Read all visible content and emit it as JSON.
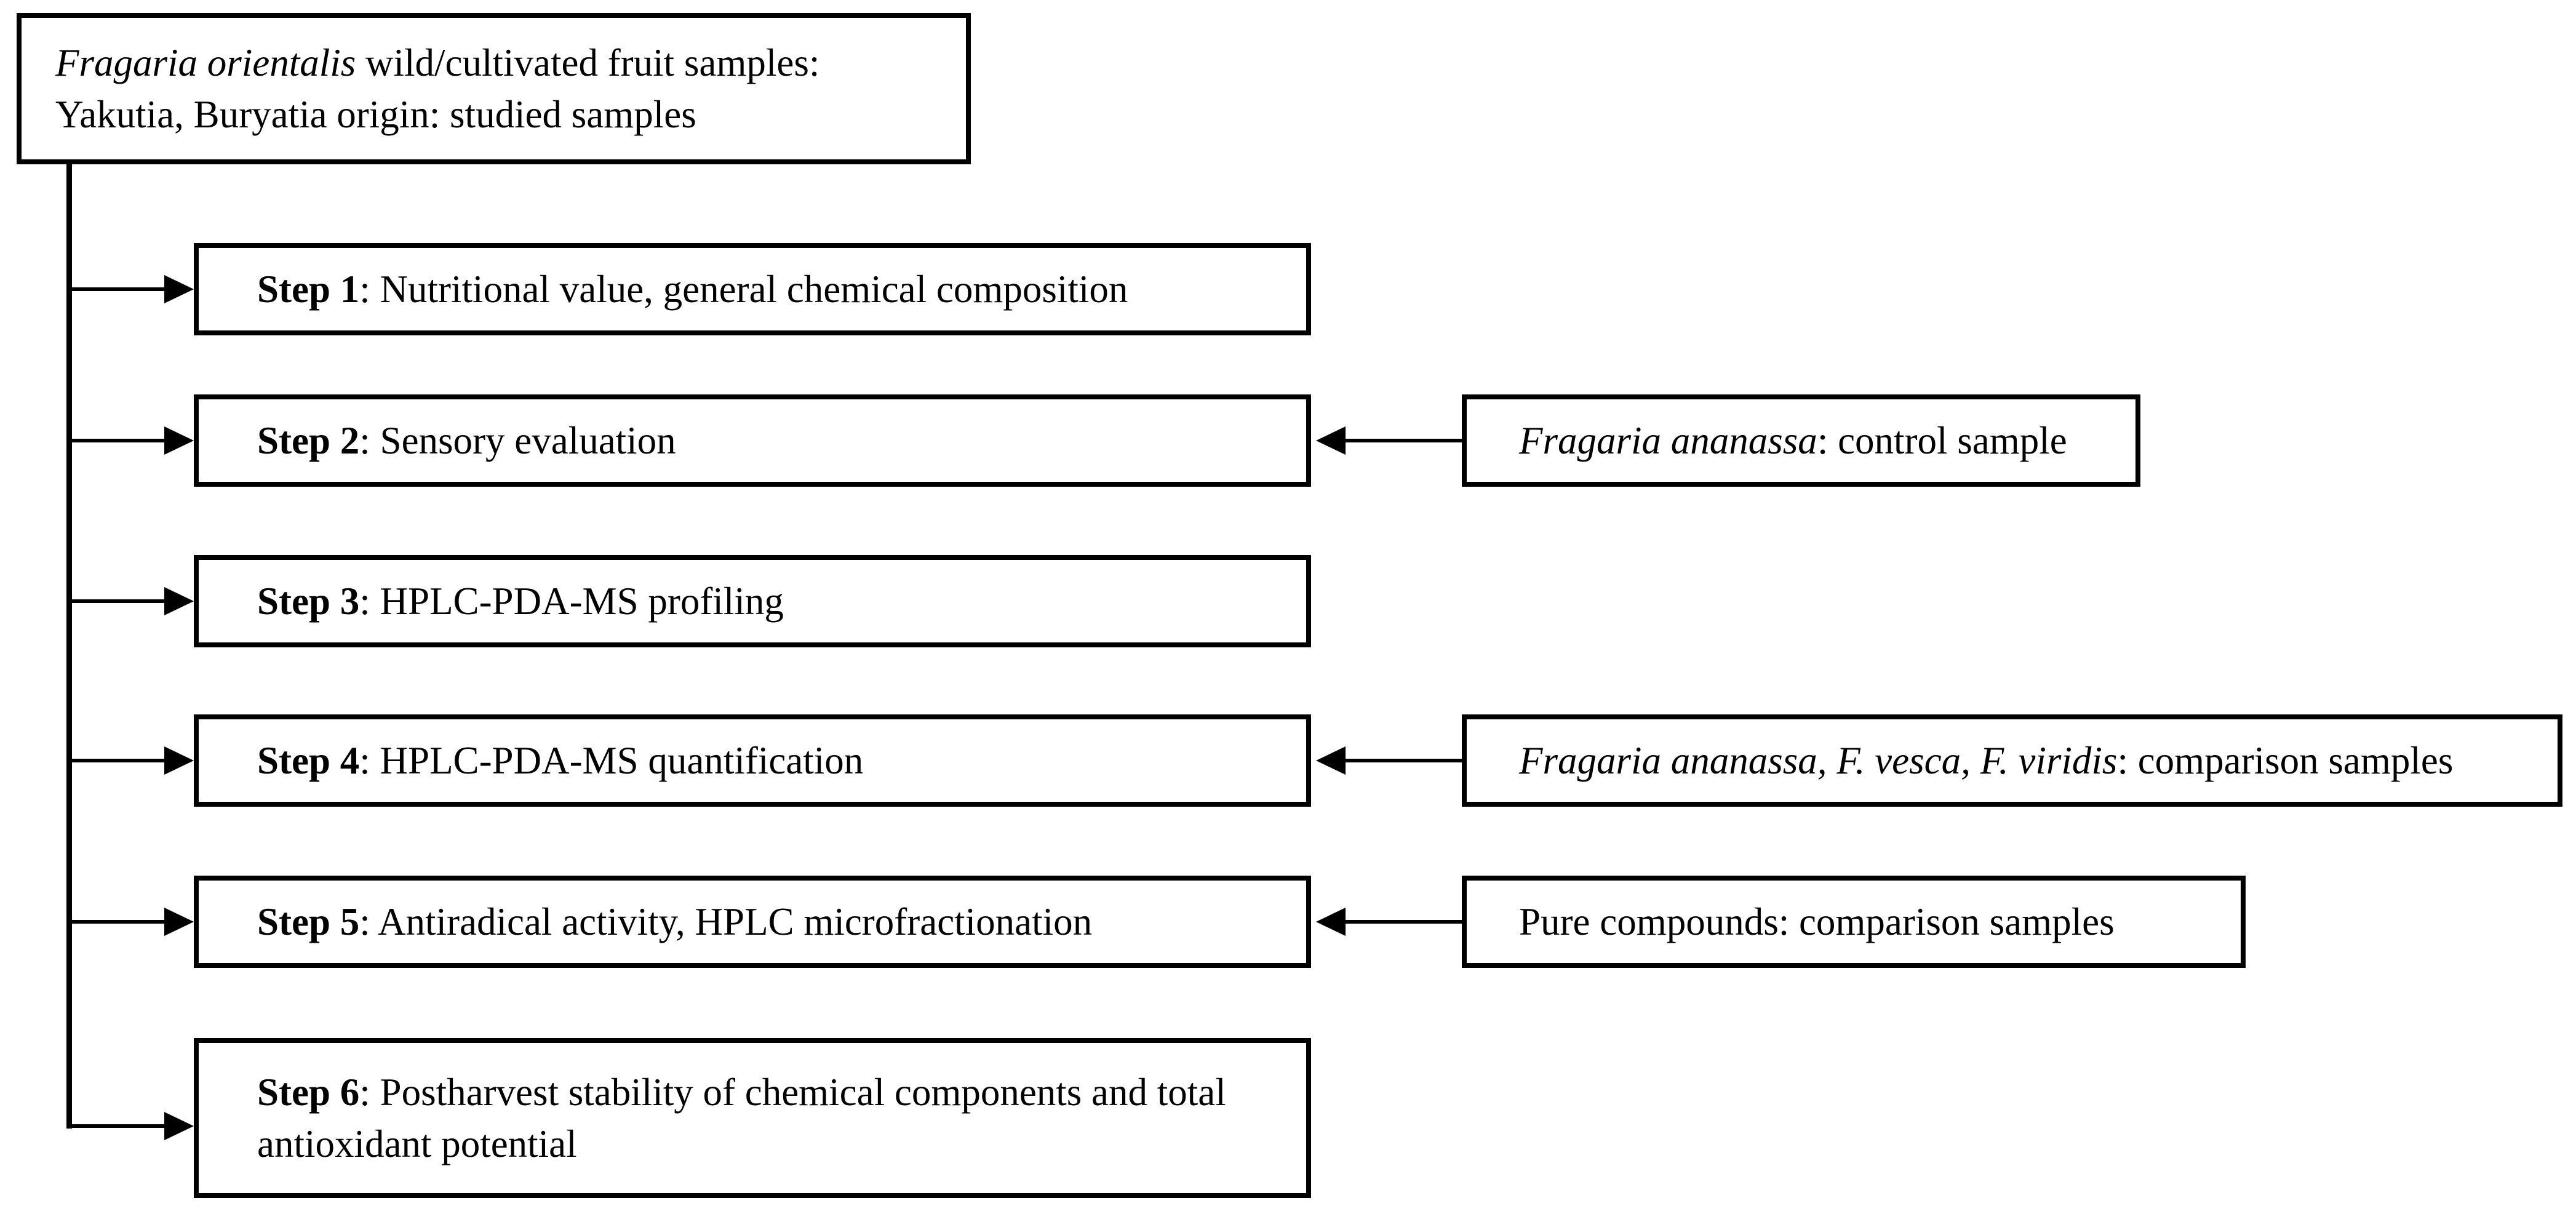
{
  "diagram": {
    "background_color": "#ffffff",
    "line_color": "#000000",
    "source_box": {
      "segments": [
        {
          "style": "italic",
          "text": "Fragaria orientalis"
        },
        {
          "style": "regular",
          "text": " wild/cultivated fruit samples: Yakutia, Buryatia origin: studied samples"
        }
      ]
    },
    "steps": [
      {
        "label": "Step 1",
        "description": ": Nutritional value, general chemical composition"
      },
      {
        "label": "Step 2",
        "description": ": Sensory evaluation"
      },
      {
        "label": "Step 3",
        "description": ": HPLC-PDA-MS profiling"
      },
      {
        "label": "Step 4",
        "description": ": HPLC-PDA-MS quantification"
      },
      {
        "label": "Step 5",
        "description": ": Antiradical activity, HPLC microfractionation"
      },
      {
        "label": "Step 6",
        "description": ": Postharvest stability of chemical components and total antioxidant potential"
      }
    ],
    "reference_boxes": [
      {
        "connects_to": "Step 2",
        "segments": [
          {
            "style": "italic",
            "text": "Fragaria ananassa"
          },
          {
            "style": "regular",
            "text": ": control sample"
          }
        ]
      },
      {
        "connects_to": "Step 4",
        "segments": [
          {
            "style": "italic",
            "text": "Fragaria ananassa, F. vesca, F. viridis"
          },
          {
            "style": "regular",
            "text": ": comparison samples"
          }
        ]
      },
      {
        "connects_to": "Step 5",
        "segments": [
          {
            "style": "regular",
            "text": "Pure compounds: comparison samples"
          }
        ]
      }
    ]
  }
}
